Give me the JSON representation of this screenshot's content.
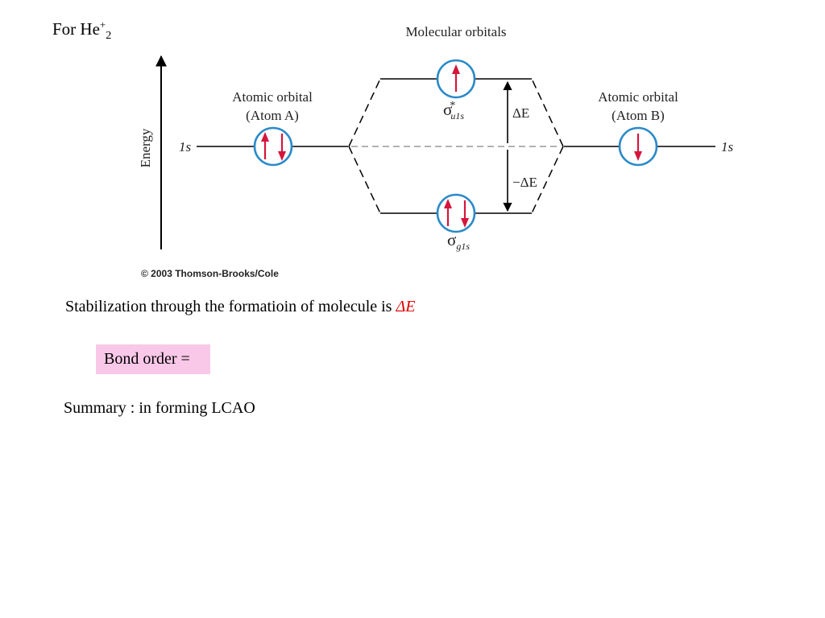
{
  "title": {
    "prefix": "For He",
    "superscript": "+",
    "subscript": "2"
  },
  "diagram": {
    "header": "Molecular orbitals",
    "energy_axis_label": "Energy",
    "atom_a": {
      "label_line1": "Atomic orbital",
      "label_line2": "(Atom A)",
      "orbital": "1s",
      "electrons": [
        "up",
        "down"
      ]
    },
    "atom_b": {
      "label_line1": "Atomic orbital",
      "label_line2": "(Atom B)",
      "orbital": "1s",
      "electrons": [
        "down"
      ]
    },
    "antibonding": {
      "symbol": "σ",
      "superscript": "*",
      "subscript": "u1s",
      "electrons": [
        "up"
      ]
    },
    "bonding": {
      "symbol": "σ",
      "subscript": "g1s",
      "electrons": [
        "up",
        "down"
      ]
    },
    "delta_up_label": "ΔE",
    "delta_down_label": "−ΔE",
    "copyright": "© 2003 Thomson-Brooks/Cole",
    "colors": {
      "circle": "#2a8ac9",
      "electron": "#d4163c",
      "lines": "#000000",
      "dashed": "#999999"
    }
  },
  "stabilization": {
    "text": "Stabilization through the formatioin of molecule is ",
    "symbol": "ΔE"
  },
  "bond_order": {
    "label": "Bond order ="
  },
  "summary": {
    "text": "Summary : in forming LCAO"
  }
}
